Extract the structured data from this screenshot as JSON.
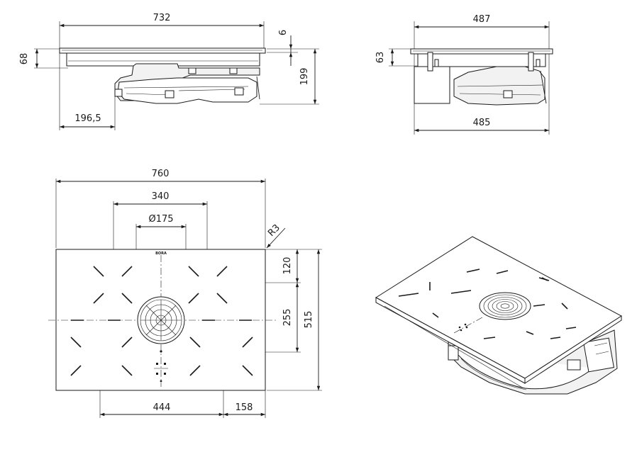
{
  "dimensions": {
    "side_width": "732",
    "side_thickness": "6",
    "side_glass_height": "68",
    "side_total_height": "199",
    "side_offset": "196,5",
    "end_top_width": "487",
    "end_bottom_width": "485",
    "end_height": "63",
    "top_width": "760",
    "top_zone_span": "340",
    "top_fan_diameter": "Ø175",
    "top_corner_radius": "R3",
    "top_depth_upper": "120",
    "top_depth_mid": "255",
    "top_depth_total": "515",
    "top_bottom_left": "444",
    "top_bottom_right": "158"
  },
  "brand_mark": "BORA",
  "colors": {
    "line": "#1a1a1a",
    "background": "#ffffff"
  }
}
